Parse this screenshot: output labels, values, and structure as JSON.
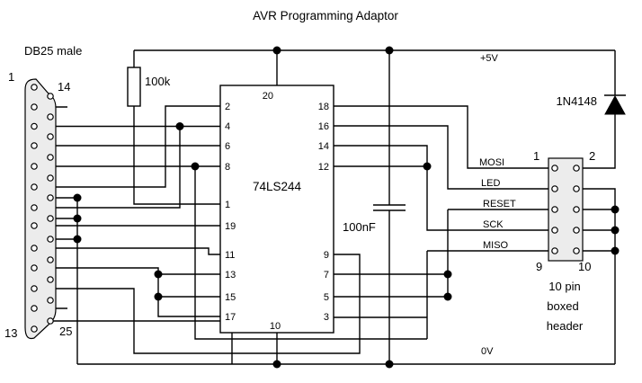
{
  "title": "AVR Programming Adaptor",
  "db25": {
    "label": "DB25 male",
    "pin_top_left": "1",
    "pin_top_right": "14",
    "pin_bottom_left": "13",
    "pin_bottom_right": "25"
  },
  "resistor": {
    "label": "100k"
  },
  "capacitor": {
    "label": "100nF"
  },
  "diode": {
    "label": "1N4148"
  },
  "rails": {
    "vcc": "+5V",
    "gnd": "0V"
  },
  "ic": {
    "label": "74LS244",
    "pin_top": "20",
    "pin_bottom": "10",
    "pins_left": [
      "2",
      "4",
      "6",
      "8",
      "1",
      "19",
      "11",
      "13",
      "15",
      "17"
    ],
    "pins_right": [
      "18",
      "16",
      "14",
      "12",
      "9",
      "7",
      "5",
      "3"
    ]
  },
  "header": {
    "signals": [
      "MOSI",
      "LED",
      "RESET",
      "SCK",
      "MISO"
    ],
    "pin_top_left": "1",
    "pin_top_right": "2",
    "pin_bottom_left": "9",
    "pin_bottom_right": "10",
    "label_lines": [
      "10 pin",
      "boxed",
      "header"
    ]
  },
  "colors": {
    "wire": "#000000",
    "component_fill": "#ececec",
    "background": "#ffffff"
  }
}
